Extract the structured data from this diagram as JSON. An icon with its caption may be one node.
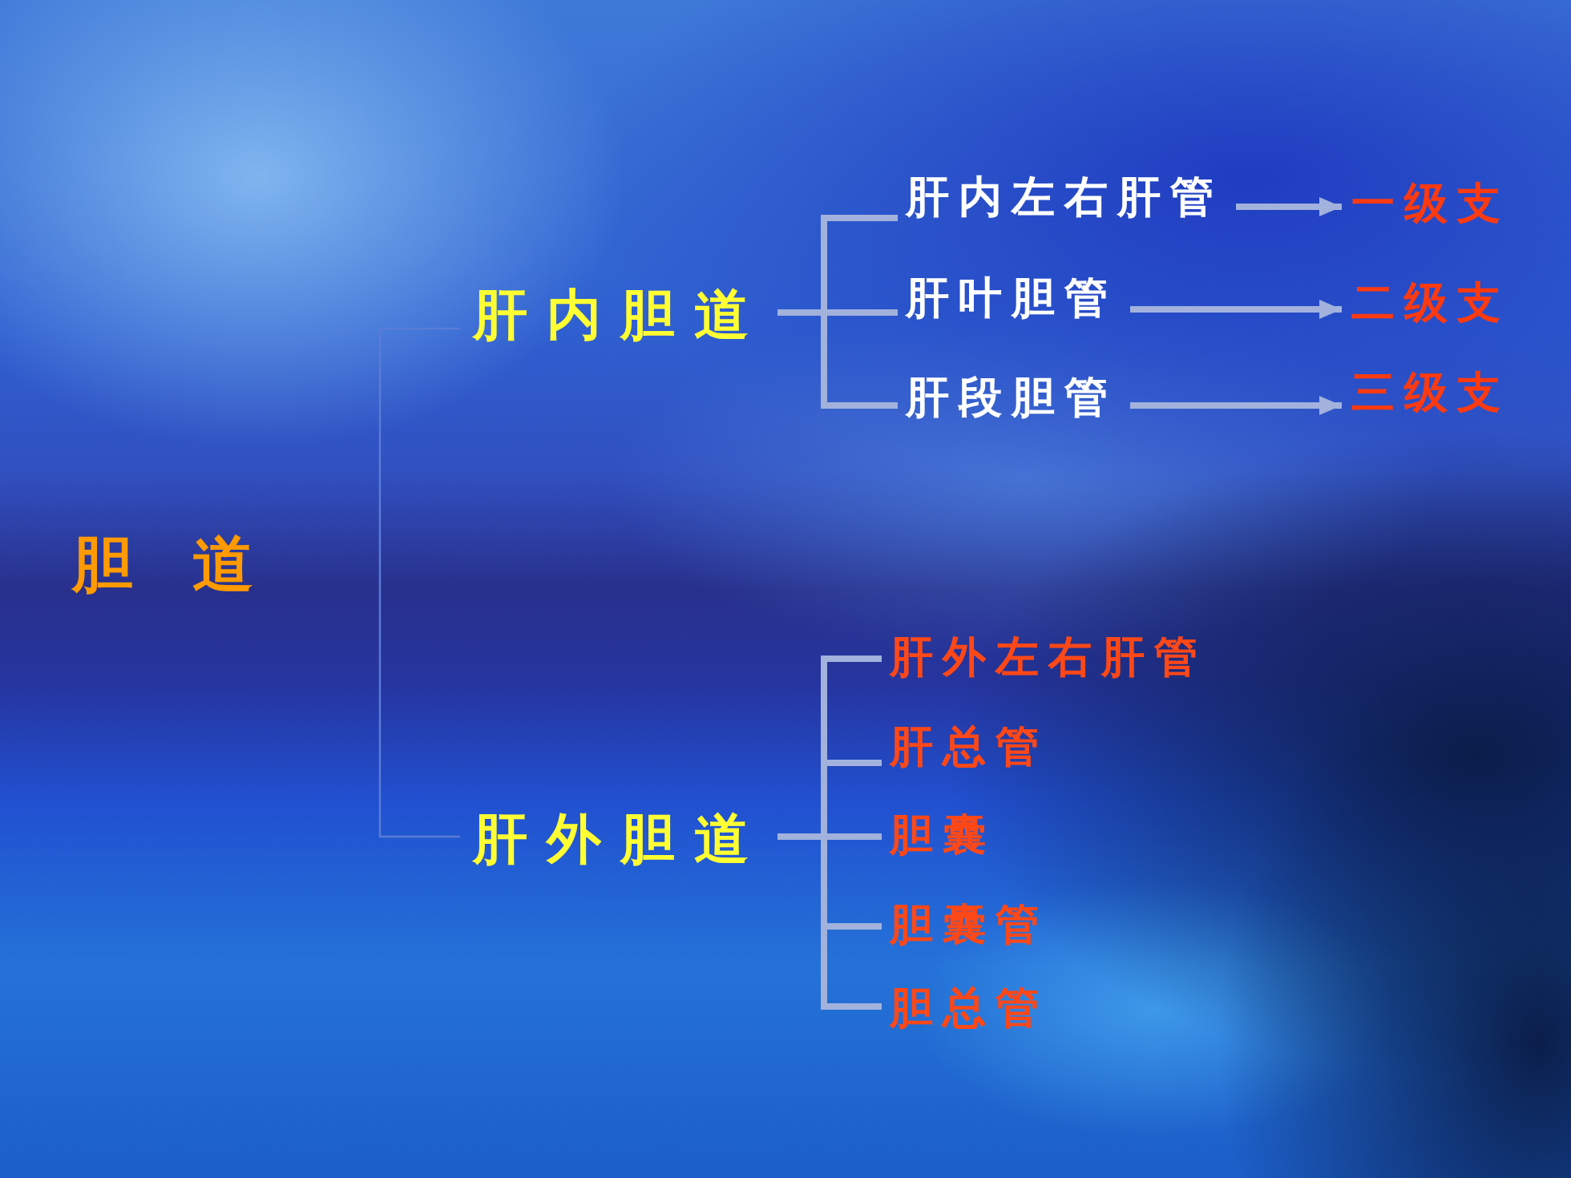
{
  "diagram": {
    "nodes": [
      {
        "text": [
          "胆 道"
        ]
      },
      {
        "text": [
          "肝内胆道"
        ]
      },
      {
        "text": [
          "肝外胆道"
        ]
      },
      {
        "text": [
          "肝内左右肝管"
        ]
      },
      {
        "text": [
          "肝叶胆管"
        ]
      },
      {
        "text": [
          "肝段胆管"
        ]
      },
      {
        "text": [
          "一级支"
        ]
      },
      {
        "text": [
          "二级支"
        ]
      },
      {
        "text": [
          "三级支"
        ]
      },
      {
        "text": [
          "肝外左右肝管"
        ]
      },
      {
        "text": [
          "肝总管"
        ]
      },
      {
        "text": [
          "胆囊"
        ]
      },
      {
        "text": [
          "胆囊管"
        ]
      },
      {
        "text": [
          "胆总管"
        ]
      }
    ],
    "edges": [
      {
        "from": 1,
        "to": 3,
        "arrow": "none"
      },
      {
        "from": 1,
        "to": 4,
        "arrow": "none"
      },
      {
        "from": 1,
        "to": 5,
        "arrow": "none"
      },
      {
        "from": 2,
        "to": 9,
        "arrow": "none"
      },
      {
        "from": 2,
        "to": 10,
        "arrow": "none"
      },
      {
        "from": 2,
        "to": 11,
        "arrow": "none"
      },
      {
        "from": 2,
        "to": 12,
        "arrow": "none"
      },
      {
        "from": 2,
        "to": 13,
        "arrow": "none"
      },
      {
        "from": 3,
        "to": 6,
        "arrow": "to"
      },
      {
        "from": 4,
        "to": 7,
        "arrow": "to"
      },
      {
        "from": 5,
        "to": 8,
        "arrow": "to"
      }
    ]
  }
}
